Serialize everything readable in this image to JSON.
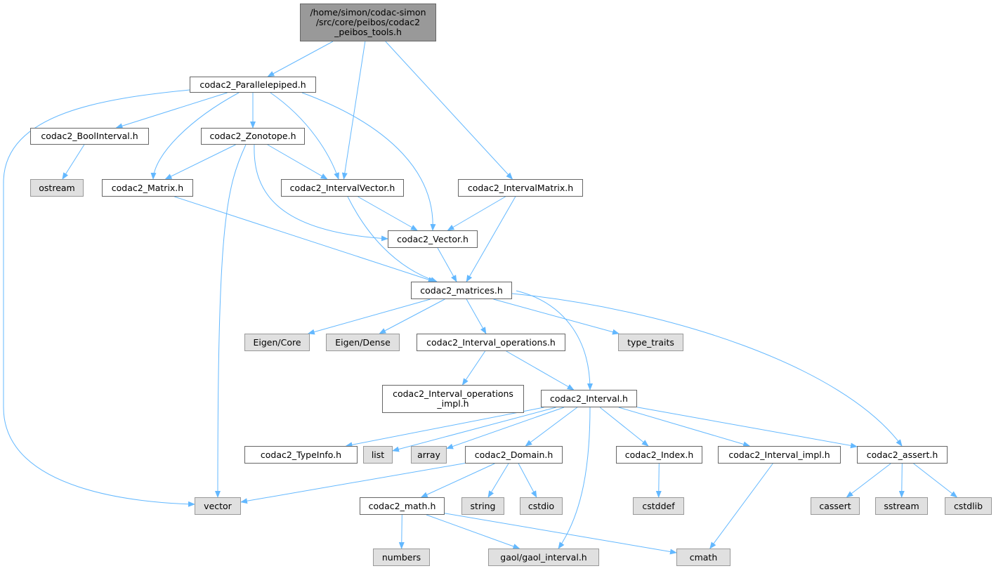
{
  "colors": {
    "edge": "#63b8ff",
    "root_fill": "#999999",
    "external_fill": "#e0e0e0",
    "node_fill": "#ffffff"
  },
  "nodes": {
    "root": {
      "label": "/home/simon/codac-simon\n/src/core/peibos/codac2\n_peibos_tools.h",
      "kind": "root"
    },
    "parallelepiped": {
      "label": "codac2_Parallelepiped.h",
      "kind": "file"
    },
    "boolinterval": {
      "label": "codac2_BoolInterval.h",
      "kind": "file"
    },
    "zonotope": {
      "label": "codac2_Zonotope.h",
      "kind": "file"
    },
    "ostream": {
      "label": "ostream",
      "kind": "ext"
    },
    "matrix": {
      "label": "codac2_Matrix.h",
      "kind": "file"
    },
    "intervalvector": {
      "label": "codac2_IntervalVector.h",
      "kind": "file"
    },
    "intervalmatrix": {
      "label": "codac2_IntervalMatrix.h",
      "kind": "file"
    },
    "vectorh": {
      "label": "codac2_Vector.h",
      "kind": "file"
    },
    "matrices": {
      "label": "codac2_matrices.h",
      "kind": "file"
    },
    "eigencore": {
      "label": "Eigen/Core",
      "kind": "ext"
    },
    "eigendense": {
      "label": "Eigen/Dense",
      "kind": "ext"
    },
    "intervalops": {
      "label": "codac2_Interval_operations.h",
      "kind": "file"
    },
    "typetraits": {
      "label": "type_traits",
      "kind": "ext"
    },
    "intervalopsimpl": {
      "label": "codac2_Interval_operations\n_impl.h",
      "kind": "file"
    },
    "interval": {
      "label": "codac2_Interval.h",
      "kind": "file"
    },
    "typeinfo": {
      "label": "codac2_TypeInfo.h",
      "kind": "file"
    },
    "list": {
      "label": "list",
      "kind": "ext"
    },
    "array": {
      "label": "array",
      "kind": "ext"
    },
    "domain": {
      "label": "codac2_Domain.h",
      "kind": "file"
    },
    "index": {
      "label": "codac2_Index.h",
      "kind": "file"
    },
    "intervalimpl": {
      "label": "codac2_Interval_impl.h",
      "kind": "file"
    },
    "assert": {
      "label": "codac2_assert.h",
      "kind": "file"
    },
    "vector": {
      "label": "vector",
      "kind": "ext"
    },
    "math": {
      "label": "codac2_math.h",
      "kind": "file"
    },
    "string": {
      "label": "string",
      "kind": "ext"
    },
    "cstdio": {
      "label": "cstdio",
      "kind": "ext"
    },
    "cstddef": {
      "label": "cstddef",
      "kind": "ext"
    },
    "cassert": {
      "label": "cassert",
      "kind": "ext"
    },
    "sstream": {
      "label": "sstream",
      "kind": "ext"
    },
    "cstdlib": {
      "label": "cstdlib",
      "kind": "ext"
    },
    "numbers": {
      "label": "numbers",
      "kind": "ext"
    },
    "gaol": {
      "label": "gaol/gaol_interval.h",
      "kind": "ext"
    },
    "cmath": {
      "label": "cmath",
      "kind": "ext"
    }
  },
  "edges": [
    [
      "root",
      "parallelepiped"
    ],
    [
      "root",
      "intervalvector"
    ],
    [
      "root",
      "intervalmatrix"
    ],
    [
      "parallelepiped",
      "vector"
    ],
    [
      "parallelepiped",
      "boolinterval"
    ],
    [
      "parallelepiped",
      "matrix"
    ],
    [
      "parallelepiped",
      "zonotope"
    ],
    [
      "parallelepiped",
      "intervalvector"
    ],
    [
      "parallelepiped",
      "vectorh"
    ],
    [
      "boolinterval",
      "ostream"
    ],
    [
      "zonotope",
      "matrix"
    ],
    [
      "zonotope",
      "intervalvector"
    ],
    [
      "zonotope",
      "vector"
    ],
    [
      "zonotope",
      "vectorh"
    ],
    [
      "matrix",
      "matrices"
    ],
    [
      "intervalvector",
      "vectorh"
    ],
    [
      "intervalvector",
      "matrices"
    ],
    [
      "intervalmatrix",
      "vectorh"
    ],
    [
      "intervalmatrix",
      "matrices"
    ],
    [
      "vectorh",
      "matrices"
    ],
    [
      "matrices",
      "eigencore"
    ],
    [
      "matrices",
      "eigendense"
    ],
    [
      "matrices",
      "intervalops"
    ],
    [
      "matrices",
      "typetraits"
    ],
    [
      "matrices",
      "interval"
    ],
    [
      "matrices",
      "assert"
    ],
    [
      "intervalops",
      "intervalopsimpl"
    ],
    [
      "intervalops",
      "interval"
    ],
    [
      "interval",
      "typeinfo"
    ],
    [
      "interval",
      "list"
    ],
    [
      "interval",
      "array"
    ],
    [
      "interval",
      "domain"
    ],
    [
      "interval",
      "index"
    ],
    [
      "interval",
      "intervalimpl"
    ],
    [
      "interval",
      "assert"
    ],
    [
      "interval",
      "gaol"
    ],
    [
      "domain",
      "vector"
    ],
    [
      "domain",
      "math"
    ],
    [
      "domain",
      "string"
    ],
    [
      "domain",
      "cstdio"
    ],
    [
      "index",
      "cstddef"
    ],
    [
      "intervalimpl",
      "cmath"
    ],
    [
      "assert",
      "cassert"
    ],
    [
      "assert",
      "sstream"
    ],
    [
      "assert",
      "cstdlib"
    ],
    [
      "math",
      "numbers"
    ],
    [
      "math",
      "gaol"
    ],
    [
      "math",
      "cmath"
    ]
  ]
}
